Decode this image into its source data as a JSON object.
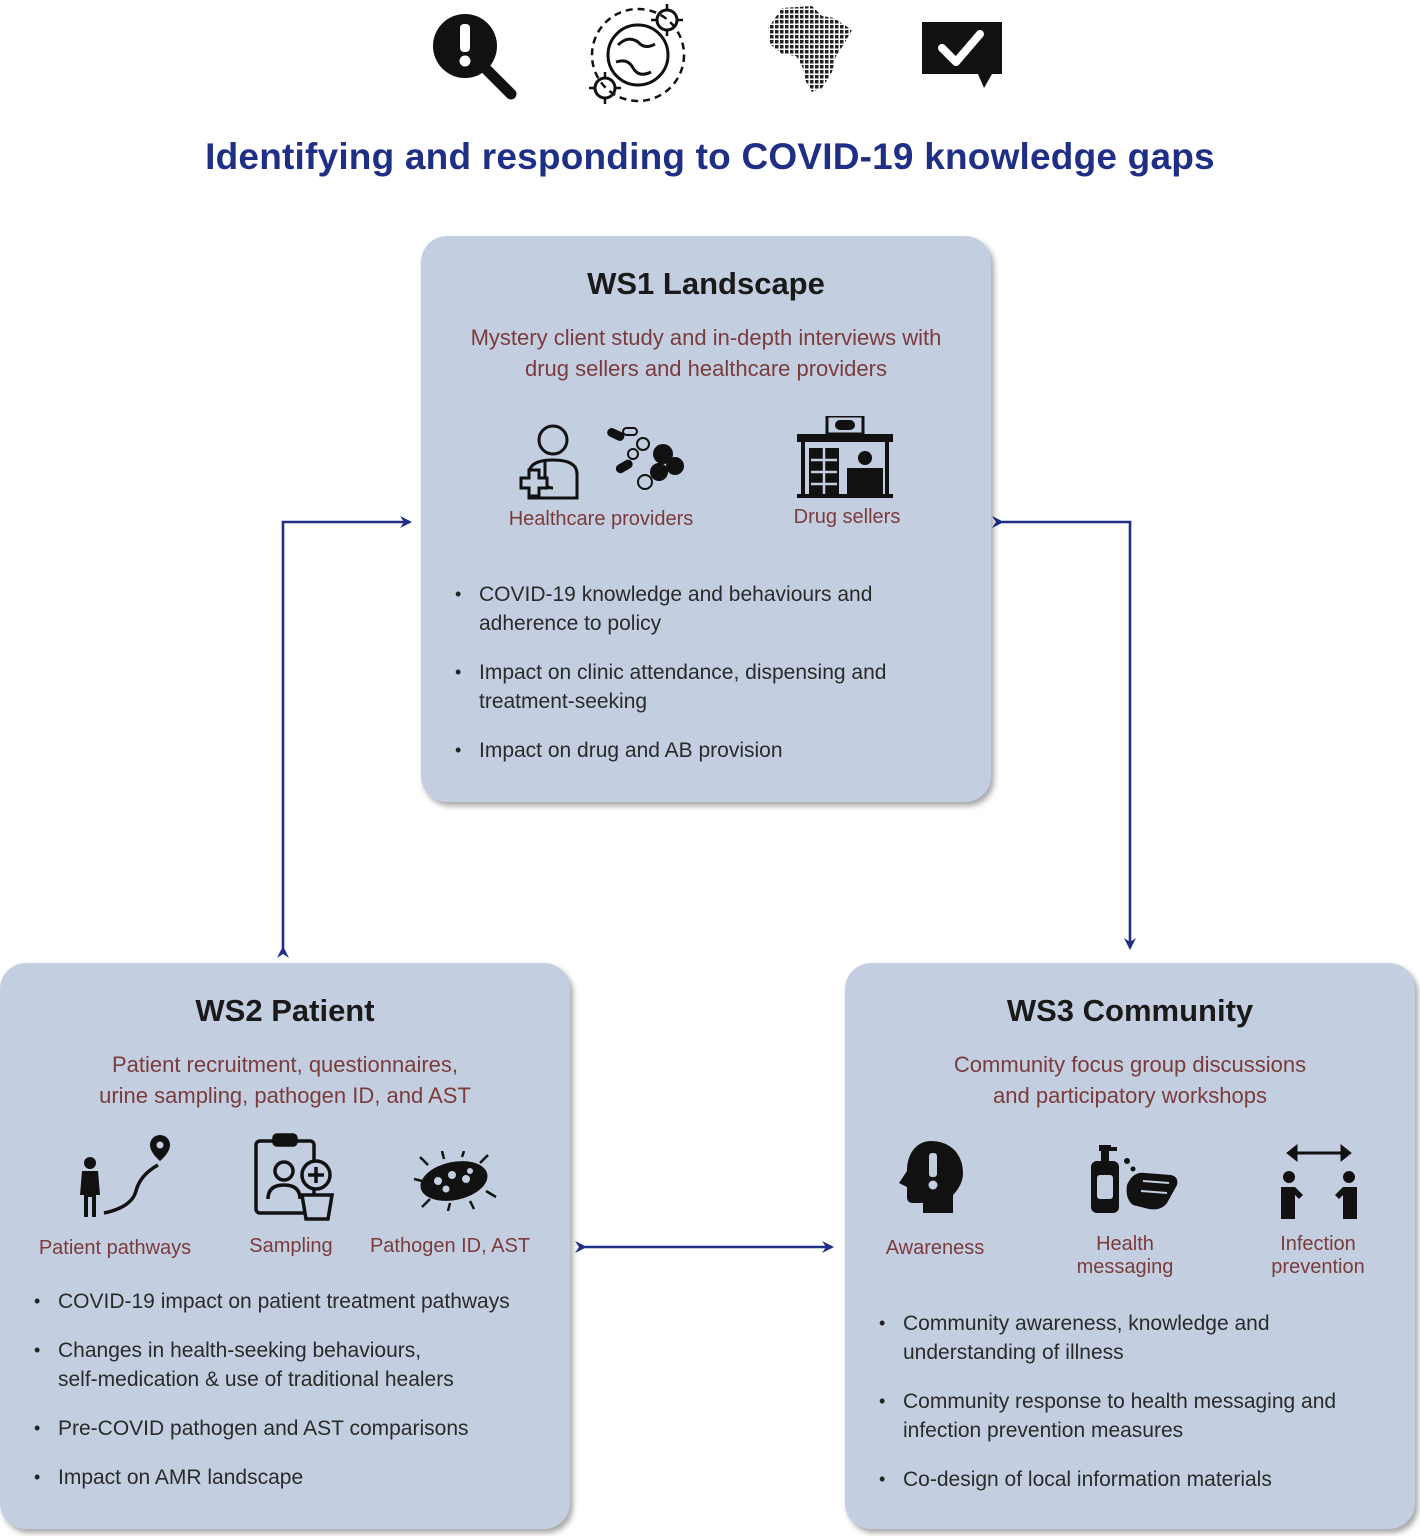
{
  "header": {
    "title": "Identifying and responding to COVID-19 knowledge gaps",
    "icons": [
      "search-alert-icon",
      "globe-virus-icon",
      "africa-map-icon",
      "checkmark-speech-icon"
    ]
  },
  "ws1": {
    "title": "WS1 Landscape",
    "description_line1": "Mystery client study and in-depth interviews with",
    "description_line2": "drug sellers and healthcare providers",
    "icons": [
      {
        "label": "Healthcare providers",
        "icon": "doctor-icon"
      },
      {
        "label": "Drug sellers",
        "icon": "pharmacy-icon"
      }
    ],
    "bullets": [
      {
        "line1": "COVID-19 knowledge and behaviours and",
        "line2": "adherence to policy"
      },
      {
        "line1": "Impact on clinic attendance, dispensing and",
        "line2": "treatment-seeking"
      },
      {
        "line1": "Impact on drug and AB provision",
        "line2": ""
      }
    ]
  },
  "ws2": {
    "title": "WS2 Patient",
    "description_line1": "Patient recruitment, questionnaires,",
    "description_line2": "urine sampling, pathogen ID, and AST",
    "icons": [
      {
        "label": "Patient pathways",
        "icon": "patient-pathway-icon"
      },
      {
        "label": "Sampling",
        "icon": "sampling-icon"
      },
      {
        "label": "Pathogen ID, AST",
        "icon": "bacteria-icon"
      }
    ],
    "bullets": [
      {
        "line1": "COVID-19 impact on patient treatment pathways",
        "line2": ""
      },
      {
        "line1": "Changes in health-seeking behaviours,",
        "line2": "self-medication & use of traditional healers"
      },
      {
        "line1": "Pre-COVID pathogen and AST comparisons",
        "line2": ""
      },
      {
        "line1": "Impact on AMR landscape",
        "line2": ""
      }
    ]
  },
  "ws3": {
    "title": "WS3 Community",
    "description_line1": "Community focus group discussions",
    "description_line2": "and participatory workshops",
    "icons": [
      {
        "label_line1": "Awareness",
        "label_line2": "",
        "icon": "head-alert-icon"
      },
      {
        "label_line1": "Health",
        "label_line2": "messaging",
        "icon": "handwash-icon"
      },
      {
        "label_line1": "Infection",
        "label_line2": "prevention",
        "icon": "distancing-icon"
      }
    ],
    "bullets": [
      {
        "line1": "Community awareness, knowledge and",
        "line2": "understanding of illness"
      },
      {
        "line1": "Community response to health messaging and",
        "line2": "infection prevention measures"
      },
      {
        "line1": "Co-design of local information materials",
        "line2": ""
      }
    ]
  },
  "colors": {
    "title": "#1f2f86",
    "box_fill": "#c3cfe0",
    "description": "#7b3b3b",
    "arrow": "#1f2f86"
  }
}
